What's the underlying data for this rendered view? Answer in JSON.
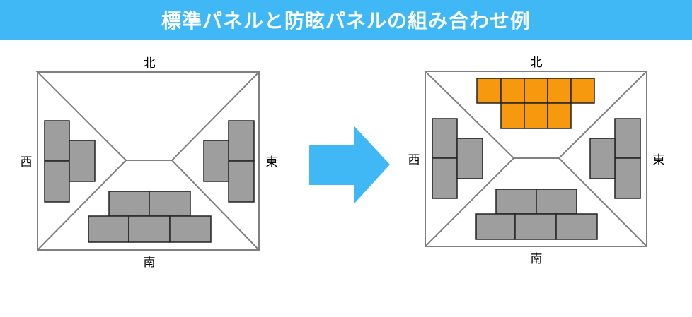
{
  "title": "標準パネルと防眩パネルの組み合わせ例",
  "directions": {
    "north": "北",
    "south": "南",
    "west": "西",
    "east": "東"
  },
  "colors": {
    "banner": "#3fb8f5",
    "arrow": "#3fb8f5",
    "standard_panel": "#9e9e9e",
    "anti_glare_panel": "#f7990e"
  }
}
